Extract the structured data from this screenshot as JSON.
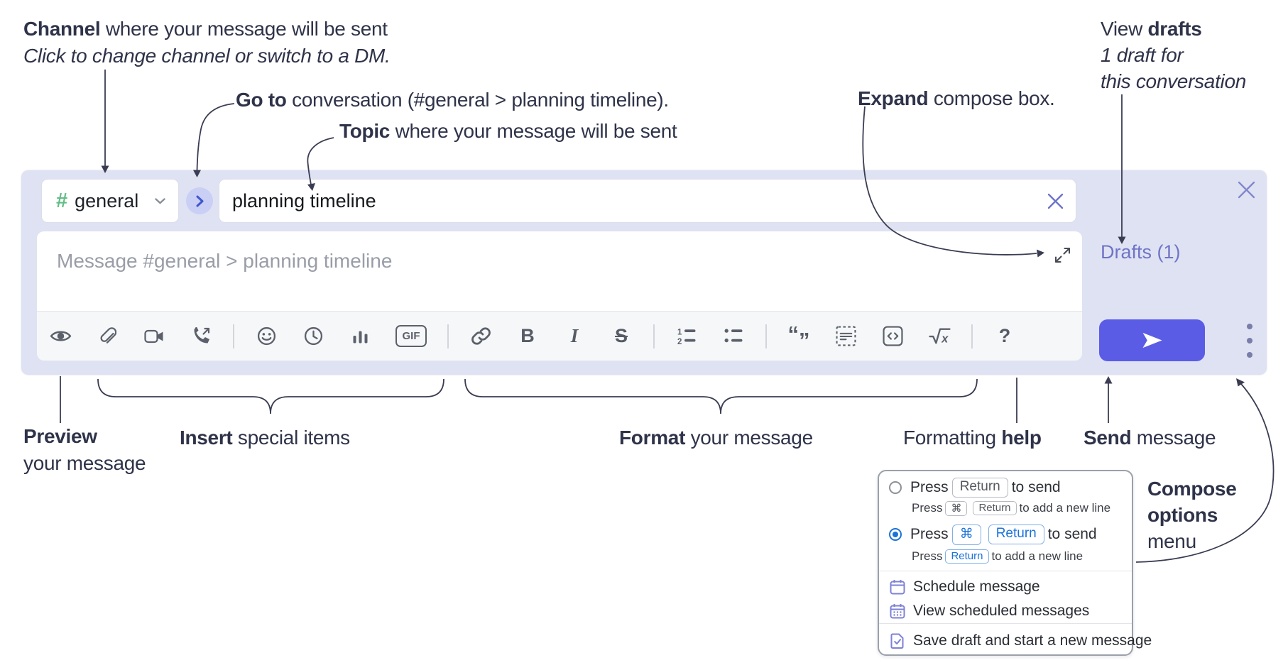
{
  "colors": {
    "composer_bg": "#dfe2f2",
    "accent_send": "#5a5ce6",
    "drafts_link": "#6f74c7",
    "channel_hash_green": "#63bd87",
    "key_blue": "#1b72d9",
    "menu_icon_purple": "#7e82d6",
    "annotation_ink": "#2f3349"
  },
  "annotations": {
    "channel": {
      "lead": "Channel",
      "rest": " where your message will be sent",
      "sub": "Click to change channel or switch to a DM."
    },
    "goto": {
      "lead": "Go to",
      "rest": " conversation (#general > planning timeline)."
    },
    "topic": {
      "lead": "Topic",
      "rest": " where your message will be sent"
    },
    "expand": {
      "lead": "Expand",
      "rest": " compose box."
    },
    "view_drafts": {
      "pre": "View ",
      "lead": "drafts",
      "line2": "1 draft for",
      "line3": "this conversation"
    },
    "preview": {
      "lead": "Preview",
      "line2": "your message"
    },
    "insert": {
      "lead": "Insert",
      "rest": " special items"
    },
    "format": {
      "lead": "Format",
      "rest": " your message"
    },
    "formatting_help": {
      "pre": "Formatting ",
      "lead": "help"
    },
    "send": {
      "lead": "Send",
      "rest": " message"
    },
    "compose_options": {
      "line1": "Compose",
      "line2": "options",
      "line3": "menu"
    }
  },
  "composer": {
    "channel": {
      "hash": "#",
      "name": "general"
    },
    "topic_value": "planning timeline",
    "message_placeholder": "Message #general > planning timeline",
    "drafts_link": "Drafts (1)",
    "toolbar_icons": [
      "preview-eye",
      "attach-paperclip",
      "video-call",
      "audio-call",
      "emoji",
      "recent-clock",
      "poll-chart",
      "gif",
      "link",
      "bold",
      "italic",
      "strikethrough",
      "ordered-list",
      "bulleted-list",
      "blockquote",
      "code-block",
      "inline-code",
      "formula",
      "formatting-help"
    ],
    "glyphs": {
      "gif": "GIF",
      "bold": "B",
      "italic": "I",
      "strikethrough": "S",
      "ol1": "1",
      "ol2": "2",
      "formula_x": "x",
      "help": "?",
      "quote_open": "“",
      "quote_close": "”"
    }
  },
  "options_menu": {
    "return_to_send": {
      "press": "Press",
      "key_return": "Return",
      "suffix": "to send",
      "sub_press": "Press",
      "sub_key_cmd": "⌘",
      "sub_key_return": "Return",
      "sub_suffix": "to add a new line"
    },
    "cmd_return_to_send": {
      "press": "Press",
      "key_cmd": "⌘",
      "key_return": "Return",
      "suffix": "to send",
      "sub_press": "Press",
      "sub_key_return": "Return",
      "sub_suffix": "to add a new line"
    },
    "schedule": "Schedule message",
    "view_scheduled": "View scheduled messages",
    "save_draft": "Save draft and start a new message"
  }
}
